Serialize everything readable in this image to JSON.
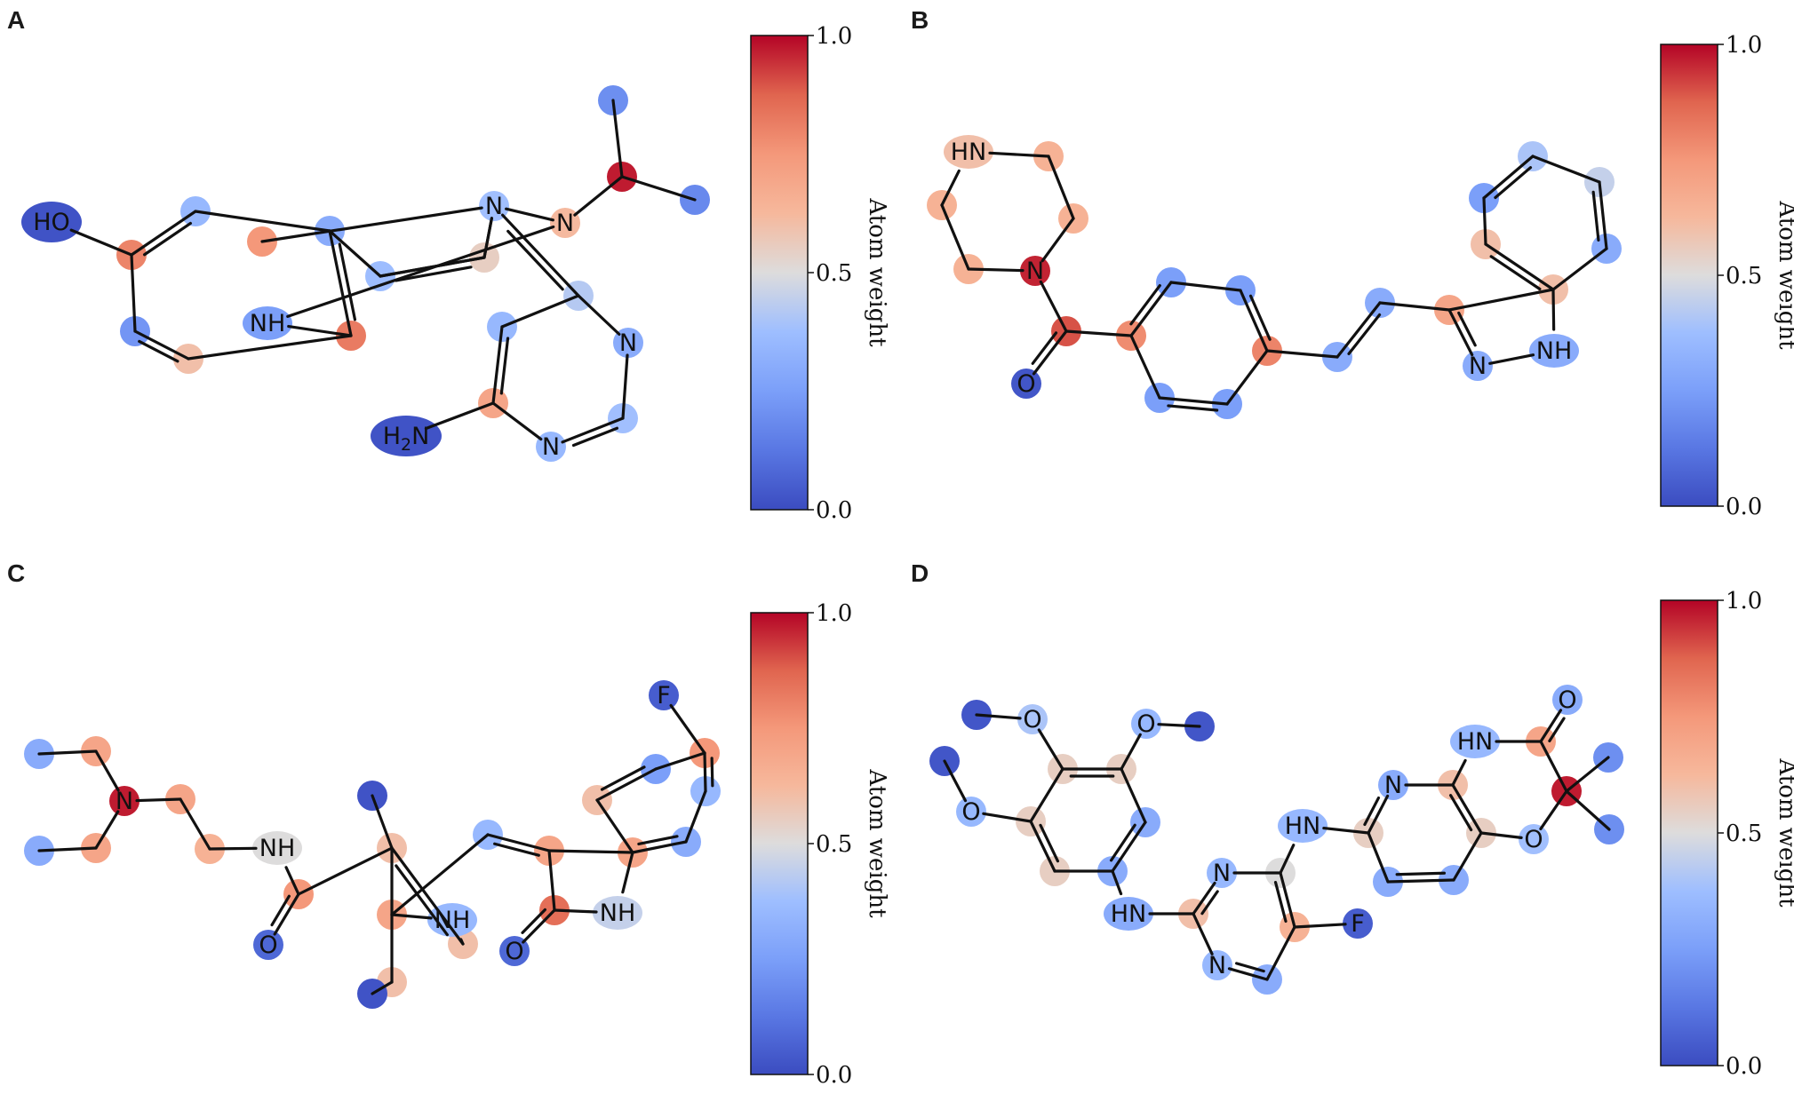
{
  "panels": [
    {
      "id": "A",
      "letter": "A",
      "colorbar": {
        "label": "Atom weight",
        "ticks": [
          "1.0",
          "0.5",
          "0.0"
        ]
      },
      "atoms": [
        {
          "label": "HO",
          "w": 0.02
        },
        {
          "label": "",
          "w": 0.8
        },
        {
          "label": "",
          "w": 0.35
        },
        {
          "label": "",
          "w": 0.75
        },
        {
          "label": "",
          "w": 0.22
        },
        {
          "label": "",
          "w": 0.6
        },
        {
          "label": "NH",
          "w": 0.25
        },
        {
          "label": "",
          "w": 0.82
        },
        {
          "label": "",
          "w": 0.3
        },
        {
          "label": "",
          "w": 0.37
        },
        {
          "label": "",
          "w": 0.55
        },
        {
          "label": "N",
          "w": 0.38
        },
        {
          "label": "N",
          "w": 0.62
        },
        {
          "label": "",
          "w": 0.97
        },
        {
          "label": "",
          "w": 0.2
        },
        {
          "label": "",
          "w": 0.18
        },
        {
          "label": "",
          "w": 0.42
        },
        {
          "label": "",
          "w": 0.35
        },
        {
          "label": "N",
          "w": 0.3
        },
        {
          "label": "",
          "w": 0.38
        },
        {
          "label": "N",
          "w": 0.35
        },
        {
          "label": "",
          "w": 0.7
        },
        {
          "label": "H2N",
          "w": 0.02
        }
      ]
    },
    {
      "id": "B",
      "letter": "B",
      "colorbar": {
        "label": "Atom weight",
        "ticks": [
          "1.0",
          "0.5",
          "0.0"
        ]
      },
      "atoms": [
        {
          "label": "HN",
          "w": 0.6
        },
        {
          "label": "",
          "w": 0.65
        },
        {
          "label": "",
          "w": 0.65
        },
        {
          "label": "N",
          "w": 0.96
        },
        {
          "label": "",
          "w": 0.65
        },
        {
          "label": "",
          "w": 0.65
        },
        {
          "label": "",
          "w": 0.9
        },
        {
          "label": "O",
          "w": 0.03
        },
        {
          "label": "",
          "w": 0.78
        },
        {
          "label": "",
          "w": 0.25
        },
        {
          "label": "",
          "w": 0.25
        },
        {
          "label": "",
          "w": 0.8
        },
        {
          "label": "",
          "w": 0.25
        },
        {
          "label": "",
          "w": 0.25
        },
        {
          "label": "",
          "w": 0.3
        },
        {
          "label": "",
          "w": 0.3
        },
        {
          "label": "",
          "w": 0.7
        },
        {
          "label": "",
          "w": 0.6
        },
        {
          "label": "",
          "w": 0.25
        },
        {
          "label": "",
          "w": 0.4
        },
        {
          "label": "",
          "w": 0.45
        },
        {
          "label": "",
          "w": 0.3
        },
        {
          "label": "",
          "w": 0.6
        },
        {
          "label": "NH",
          "w": 0.3
        },
        {
          "label": "N",
          "w": 0.3
        }
      ]
    },
    {
      "id": "C",
      "letter": "C",
      "colorbar": {
        "label": "Atom weight",
        "ticks": [
          "1.0",
          "0.5",
          "0.0"
        ]
      },
      "atoms": [
        {
          "label": "",
          "w": 0.3
        },
        {
          "label": "",
          "w": 0.7
        },
        {
          "label": "",
          "w": 0.3
        },
        {
          "label": "",
          "w": 0.7
        },
        {
          "label": "N",
          "w": 0.97
        },
        {
          "label": "",
          "w": 0.7
        },
        {
          "label": "",
          "w": 0.65
        },
        {
          "label": "NH",
          "w": 0.5
        },
        {
          "label": "",
          "w": 0.75
        },
        {
          "label": "O",
          "w": 0.08
        },
        {
          "label": "",
          "w": 0.6
        },
        {
          "label": "",
          "w": 0.6
        },
        {
          "label": "",
          "w": 0.02
        },
        {
          "label": "",
          "w": 0.7
        },
        {
          "label": "NH",
          "w": 0.35
        },
        {
          "label": "",
          "w": 0.6
        },
        {
          "label": "",
          "w": 0.02
        },
        {
          "label": "",
          "w": 0.35
        },
        {
          "label": "",
          "w": 0.7
        },
        {
          "label": "",
          "w": 0.85
        },
        {
          "label": "O",
          "w": 0.08
        },
        {
          "label": "NH",
          "w": 0.45
        },
        {
          "label": "",
          "w": 0.7
        },
        {
          "label": "",
          "w": 0.6
        },
        {
          "label": "",
          "w": 0.25
        },
        {
          "label": "",
          "w": 0.75
        },
        {
          "label": "",
          "w": 0.35
        },
        {
          "label": "",
          "w": 0.3
        },
        {
          "label": "F",
          "w": 0.05
        }
      ]
    },
    {
      "id": "D",
      "letter": "D",
      "colorbar": {
        "label": "Atom weight",
        "ticks": [
          "1.0",
          "0.5",
          "0.0"
        ]
      },
      "atoms": [
        {
          "label": "",
          "w": 0.03
        },
        {
          "label": "O",
          "w": 0.4
        },
        {
          "label": "",
          "w": 0.55
        },
        {
          "label": "",
          "w": 0.55
        },
        {
          "label": "O",
          "w": 0.35
        },
        {
          "label": "",
          "w": 0.03
        },
        {
          "label": "",
          "w": 0.55
        },
        {
          "label": "O",
          "w": 0.35
        },
        {
          "label": "",
          "w": 0.03
        },
        {
          "label": "",
          "w": 0.3
        },
        {
          "label": "",
          "w": 0.3
        },
        {
          "label": "",
          "w": 0.55
        },
        {
          "label": "HN",
          "w": 0.3
        },
        {
          "label": "",
          "w": 0.6
        },
        {
          "label": "N",
          "w": 0.35
        },
        {
          "label": "",
          "w": 0.5
        },
        {
          "label": "",
          "w": 0.65
        },
        {
          "label": "",
          "w": 0.3
        },
        {
          "label": "N",
          "w": 0.35
        },
        {
          "label": "F",
          "w": 0.05
        },
        {
          "label": "HN",
          "w": 0.35
        },
        {
          "label": "",
          "w": 0.55
        },
        {
          "label": "N",
          "w": 0.3
        },
        {
          "label": "",
          "w": 0.6
        },
        {
          "label": "",
          "w": 0.55
        },
        {
          "label": "",
          "w": 0.3
        },
        {
          "label": "",
          "w": 0.3
        },
        {
          "label": "HN",
          "w": 0.35
        },
        {
          "label": "",
          "w": 0.7
        },
        {
          "label": "O",
          "w": 0.3
        },
        {
          "label": "",
          "w": 0.97
        },
        {
          "label": "",
          "w": 0.2
        },
        {
          "label": "",
          "w": 0.2
        },
        {
          "label": "O",
          "w": 0.38
        }
      ]
    }
  ]
}
